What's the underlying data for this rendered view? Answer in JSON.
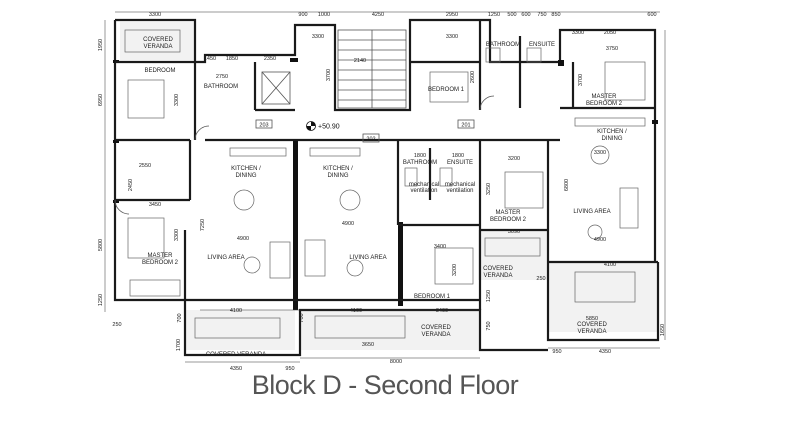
{
  "caption": "Block D - Second Floor",
  "level_mark": "+50.90",
  "unit_tags": [
    "203",
    "202",
    "201"
  ],
  "rooms": [
    "COVERED VERANDA",
    "BEDROOM",
    "BATHROOM",
    "MASTER BEDROOM 2",
    "KITCHEN / DINING",
    "LIVING AREA",
    "BEDROOM 1",
    "ENSUITE",
    "MECHANICAL VENTILATION"
  ],
  "labels": {
    "cov_ver_top": [
      "COVERED",
      "VERANDA"
    ],
    "bedroom": "BEDROOM",
    "bathroom": "BATHROOM",
    "bed1_top": "BEDROOM 1",
    "bathroom_top": "BATHROOM",
    "ensuite_top": "ENSUITE",
    "master2_right": [
      "MASTER",
      "BEDROOM 2"
    ],
    "kitchen_right": [
      "KITCHEN /",
      "DINING"
    ],
    "kitchen_203": [
      "KITCHEN /",
      "DINING"
    ],
    "kitchen_202": [
      "KITCHEN /",
      "DINING"
    ],
    "bathroom_201": "BATHROOM",
    "ensuite_201": "ENSUITE",
    "mech1": [
      "mechanical",
      "ventilation"
    ],
    "mech2": [
      "mechanical",
      "ventilation"
    ],
    "master2_201": [
      "MASTER",
      "BEDROOM 2"
    ],
    "living_right": "LIVING AREA",
    "master2_left": [
      "MASTER",
      "BEDROOM 2"
    ],
    "living_203": "LIVING AREA",
    "living_202": "LIVING AREA",
    "bed1_201": "BEDROOM 1",
    "cov_ver_201": [
      "COVERED",
      "VERANDA"
    ],
    "cov_ver_right": [
      "COVERED",
      "VERANDA"
    ],
    "cov_ver_bottom_left": "COVERED VERANDA",
    "cov_ver_bottom_mid": [
      "COVERED",
      "VERANDA"
    ]
  },
  "dimensions": {
    "top": [
      "3300",
      "900",
      "1000",
      "4250",
      "2950",
      "1250",
      "500",
      "750",
      "600",
      "850",
      "600"
    ],
    "top_inner": [
      "3300",
      "3300",
      "1450",
      "3750",
      "2050",
      "3300",
      "1850",
      "2750",
      "2350"
    ],
    "left": [
      "1950",
      "6950",
      "3300",
      "5800",
      "1250",
      "250"
    ],
    "middle": [
      "2550",
      "3450",
      "1800",
      "1800",
      "3700",
      "2140",
      "2600",
      "3700",
      "3200",
      "3300",
      "4900",
      "4900",
      "4900",
      "3400",
      "3200",
      "3090",
      "6800",
      "7250",
      "3300",
      "3250",
      "2450"
    ],
    "bottom": [
      "4100",
      "4100",
      "3400",
      "4100",
      "5850",
      "3650",
      "4350",
      "950",
      "950",
      "8000",
      "4350",
      "1700",
      "1250",
      "1650",
      "700",
      "700",
      "750",
      "250"
    ]
  }
}
